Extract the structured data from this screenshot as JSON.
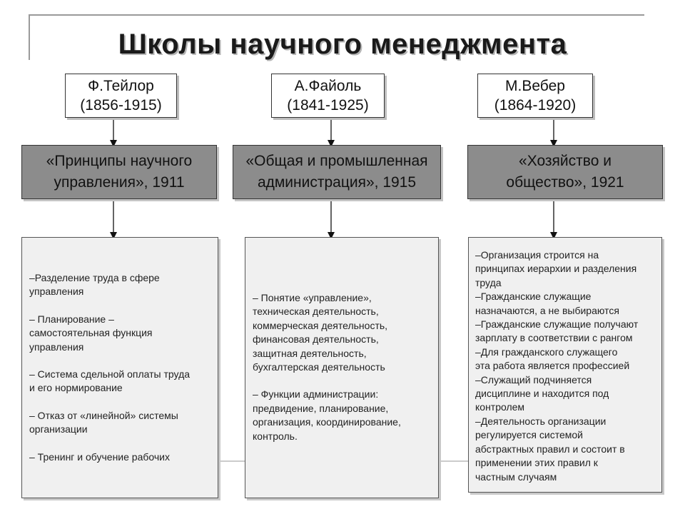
{
  "title": "Школы научного менеджмента",
  "columns": [
    {
      "author_name": "Ф.Тейлор",
      "author_years": "(1856-1915)",
      "work_line1": "«Принципы научного",
      "work_line2": "управления», 1911",
      "items": [
        "–Разделение труда в сфере\nуправления",
        "– Планирование –\nсамостоятельная функция\nуправления",
        "– Система сдельной оплаты труда\n и его нормирование",
        "– Отказ от «линейной» системы\nорганизации",
        "– Тренинг и обучение рабочих"
      ]
    },
    {
      "author_name": "А.Файоль",
      "author_years": "(1841-1925)",
      "work_line1": "«Общая и промышленная",
      "work_line2": "администрация», 1915",
      "items": [
        "– Понятие «управление»,\nтехническая деятельность,\nкоммерческая деятельность,\nфинансовая деятельность,\nзащитная деятельность,\nбухгалтерская деятельность",
        "– Функции администрации:\nпредвидение, планирование,\nорганизация, координирование,\nконтроль."
      ]
    },
    {
      "author_name": "М.Вебер",
      "author_years": "(1864-1920)",
      "work_line1": "«Хозяйство и",
      "work_line2": "общество», 1921",
      "items": [
        "–Организация строится на\nпринципах иерархии и разделения\nтруда",
        "–Гражданские служащие\nназначаются, а не выбираются",
        "–Гражданские служащие получают\n зарплату в соответствии с рангом",
        "–Для гражданского служащего\nэта работа является профессией",
        "–Служащий подчиняется\nдисциплине и находится под\nконтролем",
        "–Деятельность организации\nрегулируется системой\nабстрактных правил и состоит в\nприменении этих правил к\nчастным случаям"
      ]
    }
  ]
}
